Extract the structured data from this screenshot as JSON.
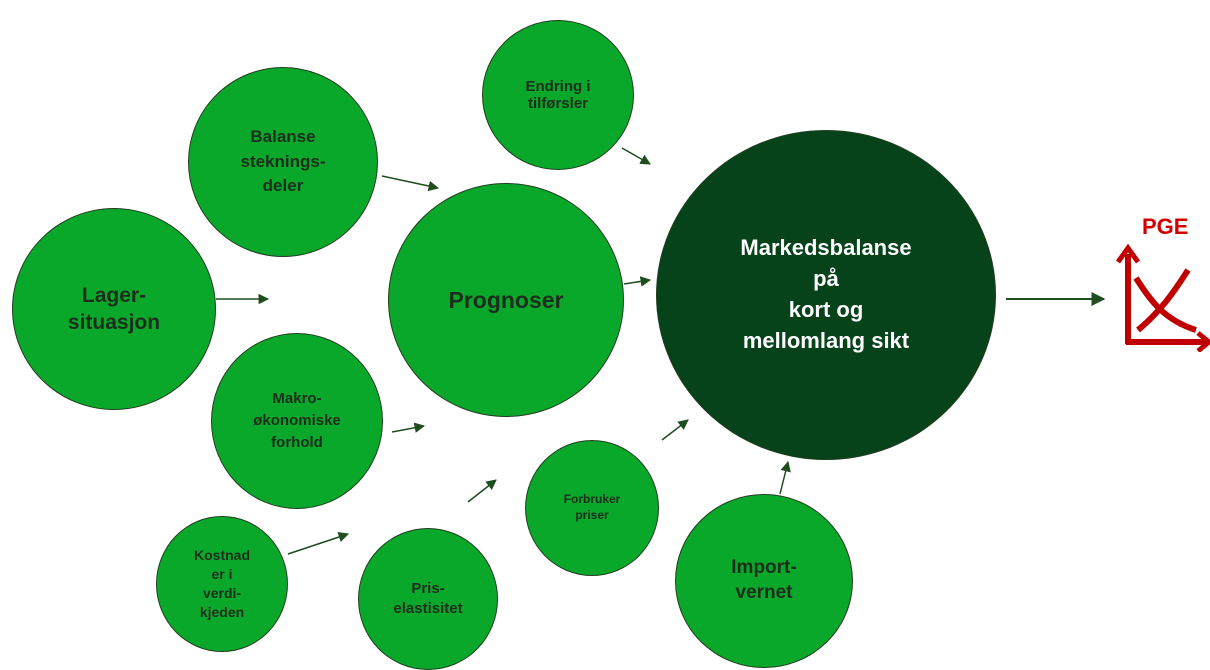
{
  "nodes": {
    "endring": "Endring i\ntilførsler",
    "balanse": "Balanse\nsteknings-\ndeler",
    "lager": "Lager-\nsituasjon",
    "prognoser": "Prognoser",
    "makro": "Makro-\nøkonomiske\nforhold",
    "kostnader": "Kostnad\ner i\nverdi-\nkjeden",
    "pris": "Pris-\nelastisitet",
    "forbruker": "Forbruker\npriser",
    "import": "Import-\nvernet",
    "main": "Markedsbalanse\npå\nkort og\nmellomlang sikt"
  },
  "logo": {
    "text": "PGE",
    "color": "#d40000",
    "icon": "pge-chart-logo"
  },
  "colors": {
    "node": "#0aa82a",
    "main": "#06421a",
    "arrow": "#1e4d1e"
  }
}
